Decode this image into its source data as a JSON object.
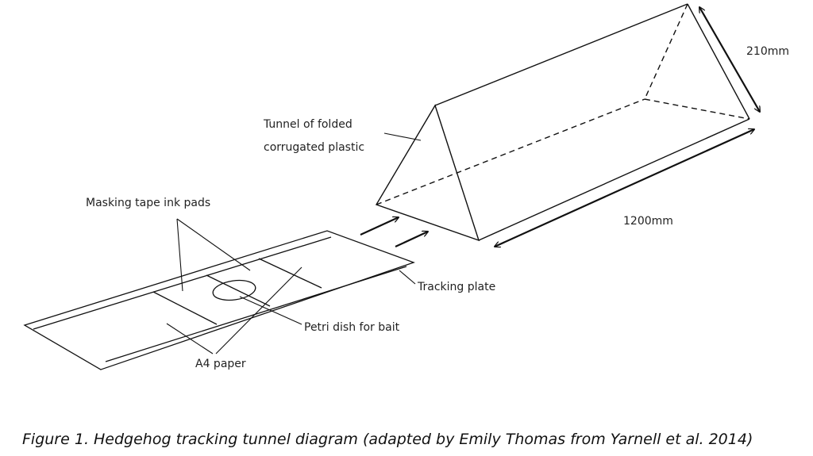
{
  "labels": {
    "tunnel_line1": "Tunnel of folded",
    "tunnel_line2": "corrugated plastic",
    "height": "210mm",
    "length": "1200mm",
    "masking_tape": "Masking tape ink pads",
    "tracking_plate": "Tracking plate",
    "petri_dish": "Petri dish for bait",
    "a4_paper": "A4 paper"
  },
  "caption": "Figure 1. Hedgehog tracking tunnel diagram (adapted by Emily Thomas from Yarnell et al. 2014)",
  "colors": {
    "line": "#111111",
    "background": "#ffffff"
  }
}
